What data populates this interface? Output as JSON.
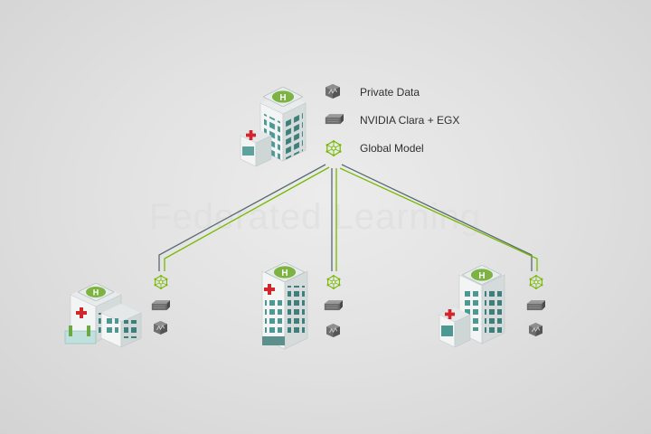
{
  "legend": {
    "items": [
      {
        "label": "Private Data",
        "icon": "private-data-icon"
      },
      {
        "label": "NVIDIA Clara + EGX",
        "icon": "clara-egx-server-icon"
      },
      {
        "label": "Global Model",
        "icon": "global-model-icon"
      }
    ]
  },
  "watermark": "Federated Learning",
  "nodes": [
    {
      "name": "central-hospital",
      "role": "aggregator"
    },
    {
      "name": "hospital-left",
      "role": "client"
    },
    {
      "name": "hospital-center",
      "role": "client"
    },
    {
      "name": "hospital-right",
      "role": "client"
    }
  ],
  "colors": {
    "accent_green": "#76b900",
    "link_gray": "#5a6a74",
    "building_teal": "#4f9a96",
    "building_white": "#f4f6f6",
    "cross_red": "#d2262d"
  }
}
